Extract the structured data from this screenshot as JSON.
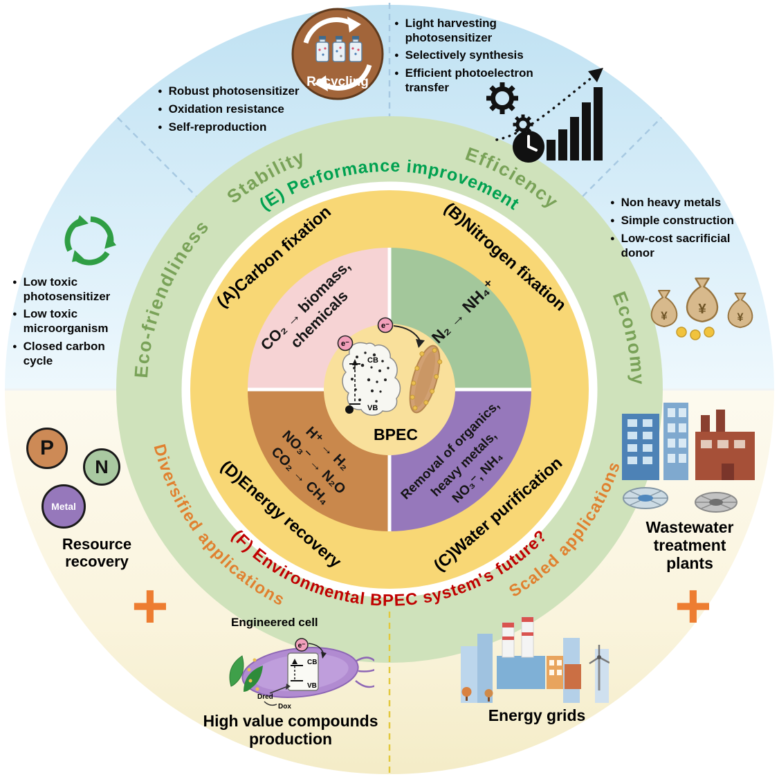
{
  "bullets": {
    "top_left": [
      "Robust photosensitizer",
      "Oxidation resistance",
      "Self-reproduction"
    ],
    "top_right": [
      "Light harvesting photosensitizer",
      "Selectively synthesis",
      "Efficient photoelectron transfer"
    ],
    "right": [
      "Non heavy metals",
      "Simple construction",
      "Low-cost sacrificial donor"
    ],
    "left": [
      "Low toxic photosensitizer",
      "Low toxic microorganism",
      "Closed carbon cycle"
    ]
  },
  "recycling": {
    "label": "Recycling"
  },
  "rings": {
    "stability": "Stability",
    "efficiency": "Efficiency",
    "economy": "Economy",
    "eco_friendliness": "Eco-friendliness",
    "performance": "(E) Performance improvement",
    "diversified": "Diversified applications",
    "scaled": "Scaled applications",
    "future": "(F) Environmental BPEC system's future?"
  },
  "sectors": {
    "a": "(A)Carbon fixation",
    "b": "(B)Nitrogen fixation",
    "c": "(C)Water purification",
    "d": "(D)Energy recovery"
  },
  "quadrants": {
    "carbon": {
      "line1": "CO₂ → biomass,",
      "line2": "chemicals"
    },
    "nitrogen": {
      "line1": "N₂ → NH₄⁺"
    },
    "energy": {
      "line1": "H⁺ → H₂",
      "line2": "NO₃⁻ → N₂O",
      "line3": "CO₂ → CH₄"
    },
    "water": {
      "line1": "Removal of organics,",
      "line2": "heavy metals,",
      "line3": "NO₃⁻, NH₄"
    }
  },
  "center": {
    "label": "BPEC",
    "cb": "CB",
    "vb": "VB",
    "electron": "e⁻"
  },
  "resource": {
    "p": "P",
    "n": "N",
    "metal": "Metal",
    "caption": "Resource recovery"
  },
  "cell": {
    "label": "Engineered cell",
    "caption": "High value compounds production",
    "cb": "CB",
    "vb": "VB",
    "electron": "e⁻",
    "d_red": "Dred",
    "d_ox": "Dox"
  },
  "wastewater": {
    "caption": "Wastewater treatment plants"
  },
  "energy_grids": {
    "caption": "Energy grids"
  },
  "plus": {
    "left": "+",
    "right": "+"
  },
  "money": {
    "symbol": "¥"
  },
  "colors": {
    "performance_green": "#00a150",
    "future_red": "#c00000",
    "applications_orange": "#e0802f",
    "ring_green": "#cfe2bb",
    "sector_yellow": "#f8d775",
    "carbon_pink": "#f6d3d4",
    "nitrogen_green": "#a3c79b",
    "water_purple": "#9678bb",
    "energy_orange": "#c9884c",
    "top_background": "#d9eef9",
    "bottom_background": "#faf4dd"
  }
}
